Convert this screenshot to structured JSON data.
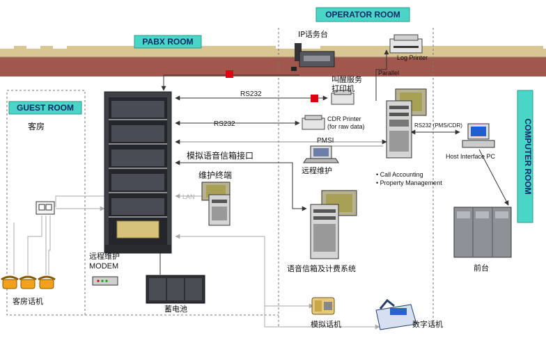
{
  "rooms": {
    "pabx": "PABX ROOM",
    "operator": "OPERATOR ROOM",
    "guest": "GUEST ROOM",
    "computer": "COMPUTER ROOM",
    "guest_cn": "客房"
  },
  "devices": {
    "ip_console": "IP话务台",
    "log_printer": "Log Printer",
    "parallel": "Parallel",
    "wakeup_printer_1": "叫醒服务",
    "wakeup_printer_2": "打印机",
    "cdr_printer_1": "CDR Printer",
    "cdr_printer_2": "(for raw data)",
    "rs232_pms": "RS232 (PMS/CDR)",
    "host_pc": "Host Interface PC",
    "remote_maint": "远程维护",
    "call_accounting": "• Call Accounting",
    "property_mgmt": "• Property Management",
    "maint_terminal": "维护终端",
    "lan": "LAN",
    "modem_1": "远程维护",
    "modem_2": "MODEM",
    "voicemail_billing": "语音信箱及计费系统",
    "front_desk": "前台",
    "battery": "蓄电池",
    "guest_phones": "客房话机",
    "analog_phone": "模拟话机",
    "digital_phone": "数字话机"
  },
  "links": {
    "rs232_top": "RS232",
    "rs232_mid": "RS232",
    "pmsi": "PMSI",
    "analog_vm_port": "模拟语音信箱接口"
  },
  "colors": {
    "room_tag_bg": "#49d6c6",
    "floor": "#a0584e",
    "floor_stripe": "#d8c693",
    "marker_red": "#e00010",
    "phone_orange": "#f2a21a",
    "cabinet": "#3e4048",
    "monitor_screen": "#a8a055"
  }
}
